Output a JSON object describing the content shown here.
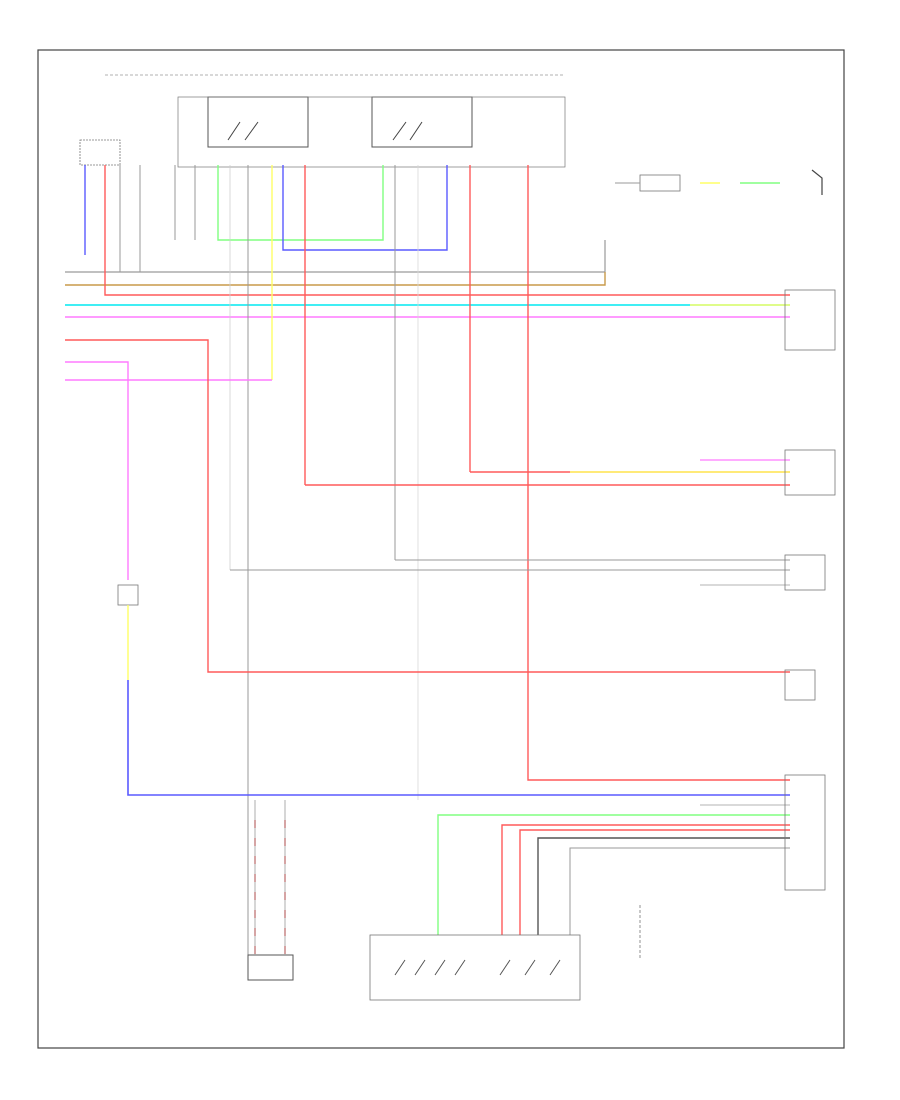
{
  "page": {
    "corner_code": "",
    "fuse_label_left": "",
    "fuse_label_right": ""
  },
  "colors": {
    "red": "#ff5a5a",
    "pink": "#ff7aff",
    "cyan": "#00e8f0",
    "blue": "#5a5aff",
    "yellow": "#ffff66",
    "green": "#80ff80",
    "brown": "#c89a4a",
    "gray": "#9a9a9a",
    "dark": "#555555",
    "frame": "#444444"
  },
  "components": [
    {
      "id": "left-rear-window-regulator",
      "lines": []
    },
    {
      "id": "power-window-master-switch",
      "lines": []
    },
    {
      "id": "power-window-relay",
      "lines": []
    },
    {
      "id": "right-front-power-window-motor",
      "lines": []
    },
    {
      "id": "right-rear-power-window-motor",
      "lines": []
    },
    {
      "id": "right-front-power-window-switch",
      "lines": []
    },
    {
      "id": "steering-column-switch",
      "lines": []
    },
    {
      "id": "door-lock-actuator",
      "lines": []
    },
    {
      "id": "junction-block",
      "lines": []
    },
    {
      "id": "ground-point",
      "lines": []
    }
  ]
}
